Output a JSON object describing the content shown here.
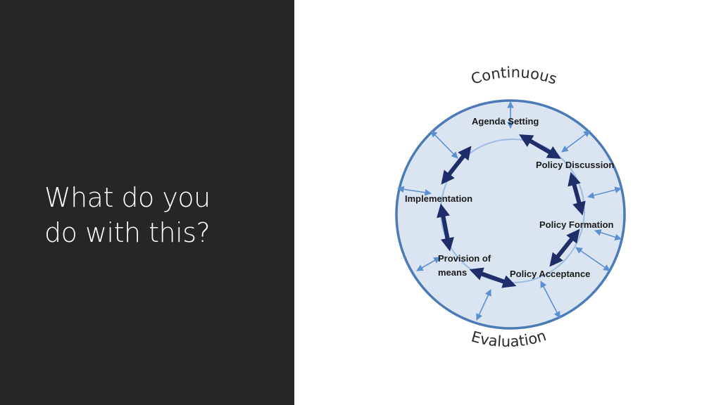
{
  "slide": {
    "title_lines": [
      "What do you",
      "do with this?"
    ]
  },
  "diagram": {
    "top_label": "Continuous",
    "bottom_label": "Evaluation",
    "stages": {
      "agenda_setting": "Agenda Setting",
      "policy_discussion": "Policy Discussion",
      "policy_formation": "Policy Formation",
      "policy_acceptance": "Policy Acceptance",
      "provision_line1": "Provision of",
      "provision_line2": "means",
      "implementation": "Implementation"
    },
    "colors": {
      "circle_fill": "#dbe5f1",
      "circle_stroke": "#4a7bb7",
      "arrow_dark": "#1f2d6b",
      "spoke_arrow": "#5b8fd0",
      "panel_bg": "#262626"
    }
  }
}
